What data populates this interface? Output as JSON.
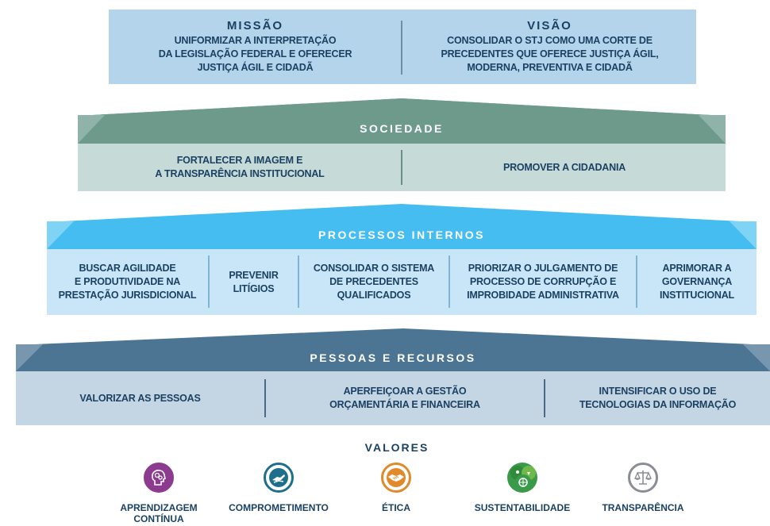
{
  "missao": {
    "title": "MISSÃO",
    "text": "UNIFORMIZAR A INTERPRETAÇÃO\nDA LEGISLAÇÃO FEDERAL E OFERECER\nJUSTIÇA ÁGIL E CIDADÃ"
  },
  "visao": {
    "title": "VISÃO",
    "text": "CONSOLIDAR O STJ COMO UMA CORTE DE\nPRECEDENTES QUE OFERECE JUSTIÇA ÁGIL,\nMODERNA, PREVENTIVA E CIDADÃ"
  },
  "sociedade": {
    "title": "SOCIEDADE",
    "items": [
      "FORTALECER A IMAGEM E\nA TRANSPARÊNCIA INSTITUCIONAL",
      "PROMOVER A CIDADANIA"
    ]
  },
  "processos": {
    "title": "PROCESSOS INTERNOS",
    "items": [
      "BUSCAR AGILIDADE\nE PRODUTIVIDADE NA\nPRESTAÇÃO JURISDICIONAL",
      "PREVENIR\nLITÍGIOS",
      "CONSOLIDAR O SISTEMA\nDE PRECEDENTES\nQUALIFICADOS",
      "PRIORIZAR O JULGAMENTO DE\nPROCESSO DE CORRUPÇÃO E\nIMPROBIDADE ADMINISTRATIVA",
      "APRIMORAR A\nGOVERNANÇA\nINSTITUCIONAL"
    ]
  },
  "pessoas": {
    "title": "PESSOAS E RECURSOS",
    "items": [
      "VALORIZAR AS PESSOAS",
      "APERFEIÇOAR A GESTÃO\nORÇAMENTÁRIA E FINANCEIRA",
      "INTENSIFICAR O USO DE\nTECNOLOGIAS DA INFORMAÇÃO"
    ]
  },
  "valores": {
    "title": "VALORES",
    "items": [
      {
        "label": "APRENDIZAGEM\nCONTÍNUA",
        "icon": "brain-gears-icon",
        "color": "#8c3b8f"
      },
      {
        "label": "COMPROMETIMENTO",
        "icon": "helping-hands-icon",
        "color": "#1e6f8c"
      },
      {
        "label": "ÉTICA",
        "icon": "handshake-icon",
        "color": "#e08a2b"
      },
      {
        "label": "SUSTENTABILIDADE",
        "icon": "sustainability-globe-icon",
        "color": "#3a9a4a"
      },
      {
        "label": "TRANSPARÊNCIA",
        "icon": "scales-icon",
        "color": "#8a8d94"
      }
    ]
  },
  "colors": {
    "navy": "#1b4163",
    "top_box": "#b3d4ea",
    "sociedade_band": "#6e9a8c",
    "processos_band": "#45bdf0",
    "pessoas_band": "#4b7592"
  }
}
